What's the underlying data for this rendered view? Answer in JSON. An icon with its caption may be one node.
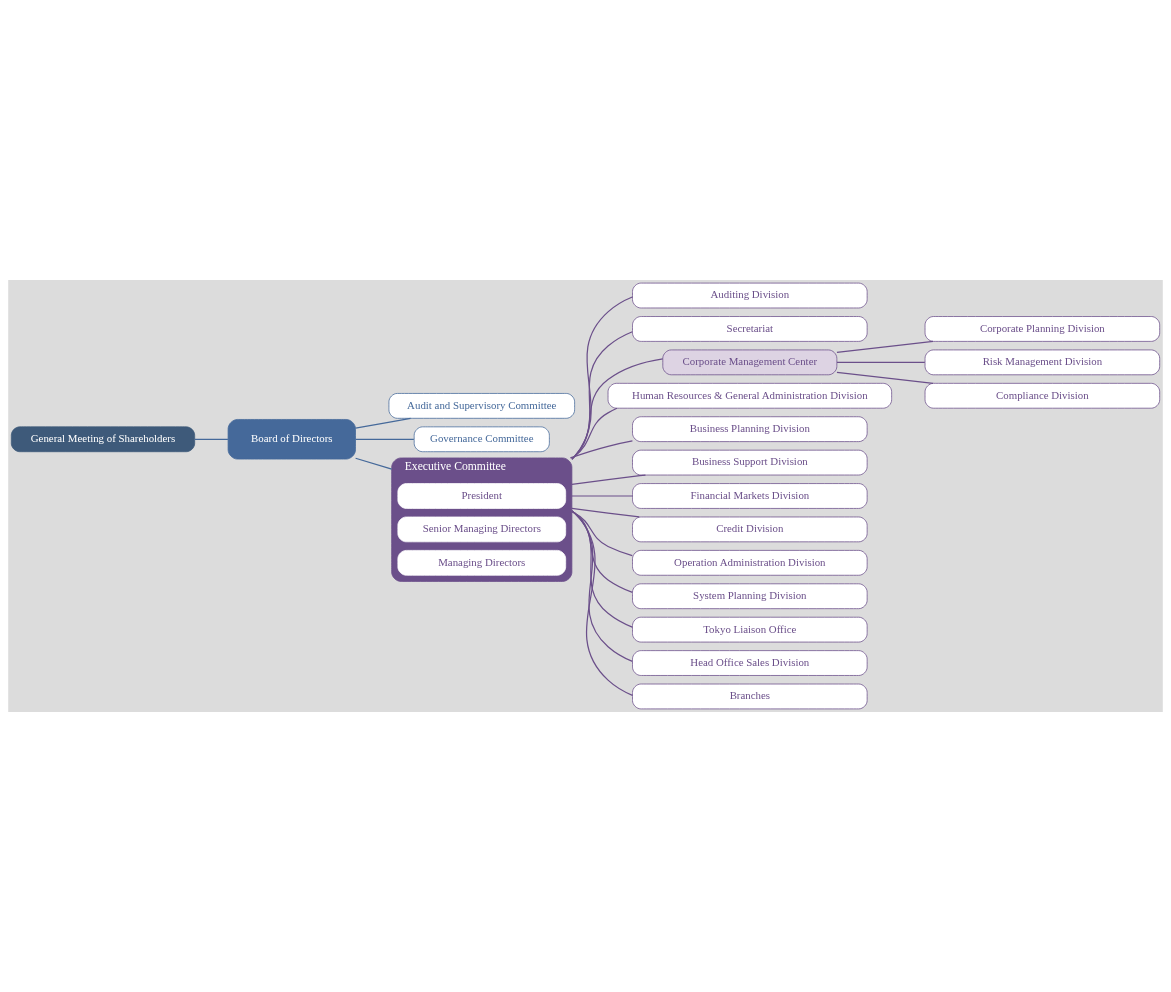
{
  "diagram": {
    "nodes": [
      {
        "text": [
          "General Meeting of Shareholders"
        ]
      },
      {
        "text": [
          "Board of Directors"
        ]
      },
      {
        "text": [
          "Audit and Supervisory Committee"
        ]
      },
      {
        "text": [
          "Governance Committee"
        ]
      },
      {
        "text": [
          "Executive Committee"
        ]
      },
      {
        "text": [
          "President"
        ],
        "in": 4
      },
      {
        "text": [
          "Senior Managing Directors"
        ],
        "in": 4
      },
      {
        "text": [
          "Managing Directors"
        ],
        "in": 4
      },
      {
        "text": [
          "Auditing Division"
        ]
      },
      {
        "text": [
          "Secretariat"
        ]
      },
      {
        "text": [
          "Corporate Management Center"
        ]
      },
      {
        "text": [
          "Corporate Planning Division"
        ]
      },
      {
        "text": [
          "Risk Management Division"
        ]
      },
      {
        "text": [
          "Compliance Division"
        ]
      },
      {
        "text": [
          "Human Resources & General Administration Division"
        ]
      },
      {
        "text": [
          "Business Planning Division"
        ]
      },
      {
        "text": [
          "Business Support Division"
        ]
      },
      {
        "text": [
          "Financial Markets Division"
        ]
      },
      {
        "text": [
          "Credit Division"
        ]
      },
      {
        "text": [
          "Operation Administration Division"
        ]
      },
      {
        "text": [
          "System Planning Division"
        ]
      },
      {
        "text": [
          "Tokyo Liaison Office"
        ]
      },
      {
        "text": [
          "Head Office Sales Division"
        ]
      },
      {
        "text": [
          "Branches"
        ]
      }
    ],
    "edges": [
      {
        "from": 0,
        "to": 1,
        "arrow": "none",
        "color": "#45699a"
      },
      {
        "from": 1,
        "to": 2,
        "arrow": "none",
        "color": "#45699a"
      },
      {
        "from": 1,
        "to": 3,
        "arrow": "none",
        "color": "#45699a"
      },
      {
        "from": 1,
        "to": 4,
        "arrow": "none",
        "color": "#45699a"
      },
      {
        "from": 4,
        "to": 8,
        "arrow": "none"
      },
      {
        "from": 4,
        "to": 9,
        "arrow": "none"
      },
      {
        "from": 4,
        "to": 10,
        "arrow": "none"
      },
      {
        "from": 10,
        "to": 11,
        "arrow": "none"
      },
      {
        "from": 10,
        "to": 12,
        "arrow": "none"
      },
      {
        "from": 10,
        "to": 13,
        "arrow": "none"
      },
      {
        "from": 4,
        "to": 14,
        "arrow": "none"
      },
      {
        "from": 4,
        "to": 15,
        "arrow": "none"
      },
      {
        "from": 4,
        "to": 16,
        "arrow": "none"
      },
      {
        "from": 4,
        "to": 17,
        "arrow": "none"
      },
      {
        "from": 4,
        "to": 18,
        "arrow": "none"
      },
      {
        "from": 4,
        "to": 19,
        "arrow": "none"
      },
      {
        "from": 4,
        "to": 20,
        "arrow": "none"
      },
      {
        "from": 4,
        "to": 21,
        "arrow": "none"
      },
      {
        "from": 4,
        "to": 22,
        "arrow": "none"
      },
      {
        "from": 4,
        "to": 23,
        "arrow": "none"
      }
    ]
  }
}
